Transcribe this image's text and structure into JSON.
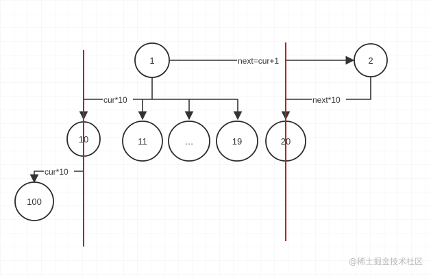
{
  "diagram": {
    "nodes": {
      "n1": "1",
      "n2": "2",
      "n10": "10",
      "n11": "11",
      "ndots": "…",
      "n19": "19",
      "n20": "20",
      "n100": "100"
    },
    "edges": {
      "next_eq": "next=cur+1",
      "cur10_top": "cur*10",
      "next10": "next*10",
      "cur10_bottom": "cur*10"
    },
    "colors": {
      "node_stroke": "#2b2b2b",
      "edge": "#333333",
      "divider": "#b22222",
      "grid": "#eeeeee"
    }
  },
  "watermark": "@稀土掘金技术社区"
}
